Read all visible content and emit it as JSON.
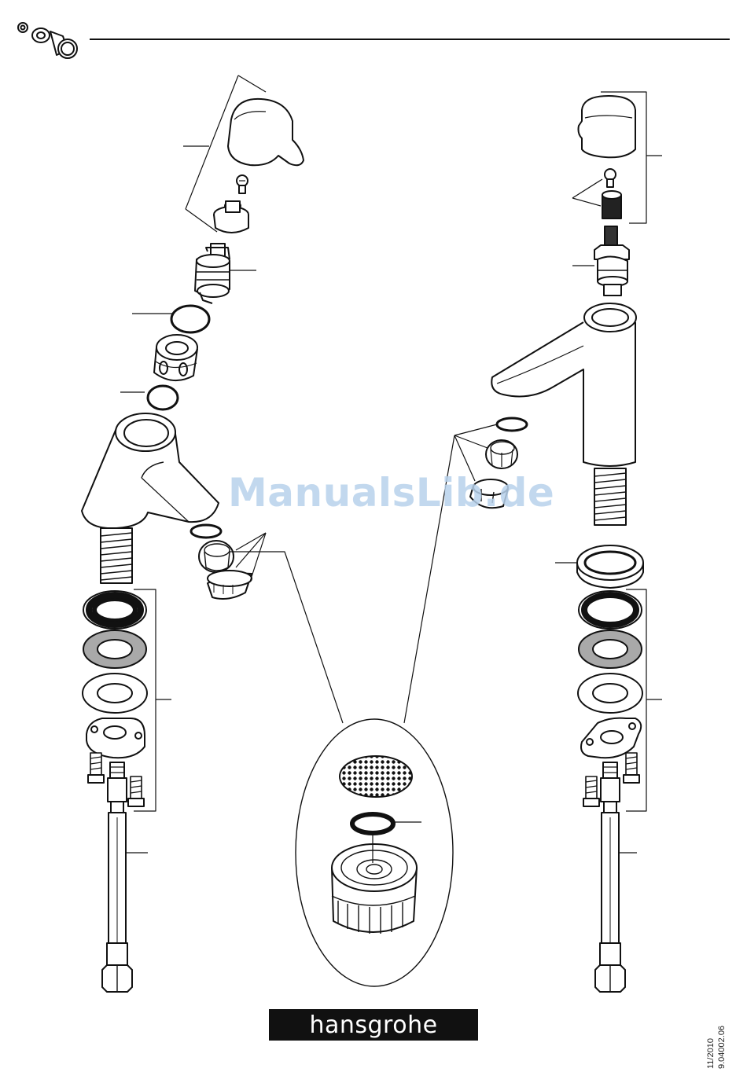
{
  "watermark": "ManualsLib.de",
  "brand": "hansgrohe",
  "doc": {
    "date": "11/2010",
    "number": "9.04002.06"
  },
  "icons": {
    "header": "spare-parts-set-icon",
    "left_faucet": "pillar-tap-exploded-icon",
    "right_faucet": "basin-tap-exploded-icon",
    "aerator_detail": "aerator-detail-icon"
  },
  "colors": {
    "ink": "#111111",
    "gray_washer": "#a9a9a9",
    "watermark": "#b8d2ec"
  }
}
